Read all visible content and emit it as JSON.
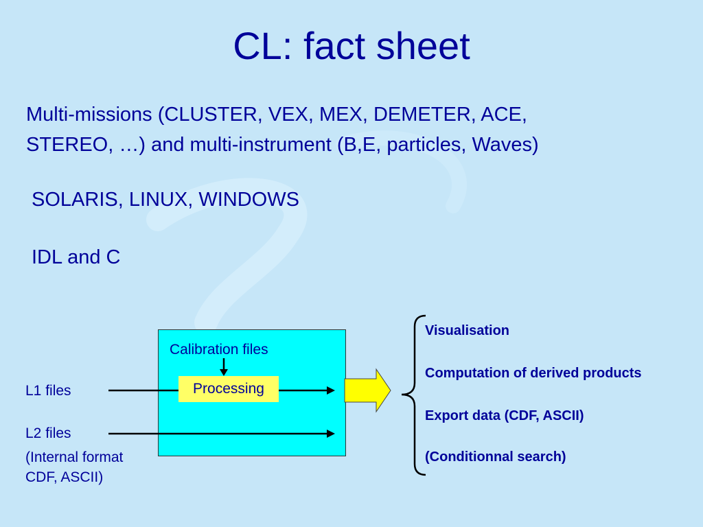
{
  "slide": {
    "title": "CL: fact sheet",
    "bullets": [
      "Multi-missions (CLUSTER, VEX, MEX, DEMETER, ACE,",
      "STEREO, …) and multi-instrument (B,E, particles, Waves)",
      "SOLARIS, LINUX, WINDOWS",
      "IDL and C"
    ]
  },
  "diagram": {
    "calibration": "Calibration files",
    "processing": "Processing",
    "inputs": [
      "L1 files",
      "L2 files"
    ],
    "format_note": [
      "(Internal format",
      "CDF, ASCII)"
    ],
    "outputs": [
      "Visualisation",
      "Computation of derived products",
      "Export data (CDF, ASCII)",
      "(Conditionnal search)"
    ]
  },
  "colors": {
    "background": "#c6e6f8",
    "text": "#000099",
    "box": "#00ffff",
    "processing": "#ffff66",
    "arrow": "#ffff00"
  }
}
